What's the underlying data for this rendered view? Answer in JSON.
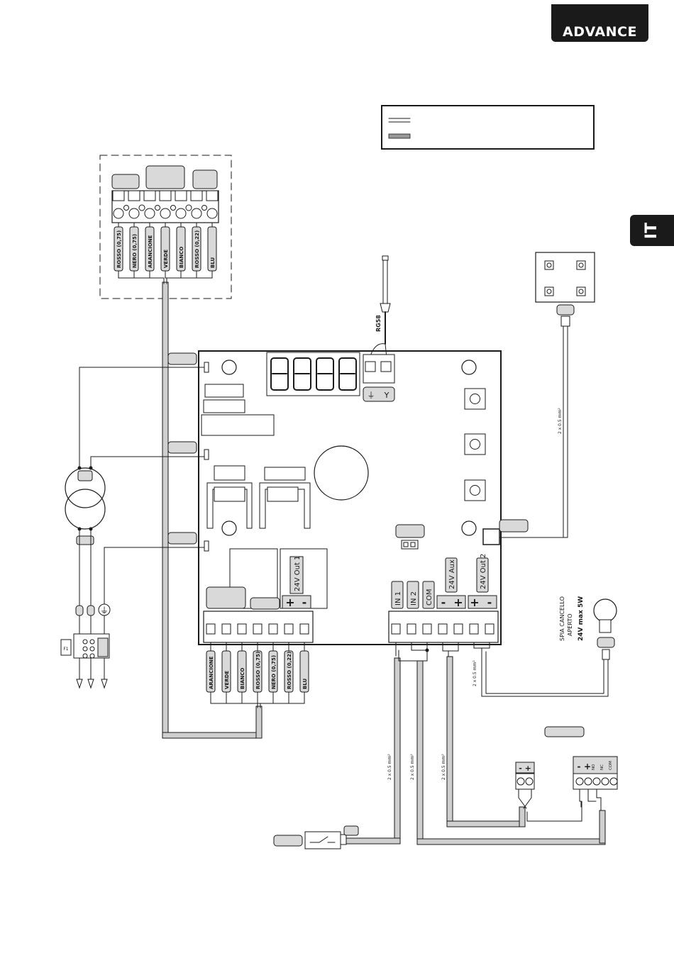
{
  "header": {
    "brand": "ADVANCE",
    "language_tab": "IT"
  },
  "colors": {
    "ink": "#1a1a1a",
    "cable_gray": "#cfcfcf",
    "label_gray": "#d9d9d9",
    "accent": "#1a1a1a"
  },
  "motor_connector": {
    "wires": [
      "ROSSO (0,75)",
      "NERO (0,75)",
      "ARANCIONE",
      "VERDE",
      "BIANCO",
      "ROSSO (0,22)",
      "BLU"
    ]
  },
  "board_terminals_left": {
    "wires": [
      "ARANCIONE",
      "VERDE",
      "BIANCO",
      "ROSSO (0,75)",
      "NERO (0,75)",
      "ROSSO (0,22)",
      "BLU"
    ],
    "output1_label": "24V Out 1",
    "plus": "+",
    "minus": "-"
  },
  "board_terminals_right": {
    "labels": [
      "IN 1",
      "IN 2",
      "COM",
      "24V Aux",
      "24V Out 2"
    ],
    "aux_signs": [
      "-",
      "+"
    ],
    "out2_signs": [
      "+",
      "-"
    ]
  },
  "antenna": {
    "cable": "RG58"
  },
  "lamp": {
    "line1": "SPIA CANCELLO",
    "line2": "APERTO",
    "rating": "24V max 5W"
  },
  "wire_specs": [
    "2 x 0.5 mm²",
    "2 x 0.5 mm²",
    "2 x 0.5 mm²",
    "2 x 0.5 mm²",
    "2 x 0.5 mm²"
  ],
  "photocell_rx": {
    "signs": "-  +",
    "terminals": [
      "-",
      "+",
      "NO",
      "NC",
      "COM"
    ]
  },
  "fuse_label": "F1",
  "ground_symbol": "⏚"
}
